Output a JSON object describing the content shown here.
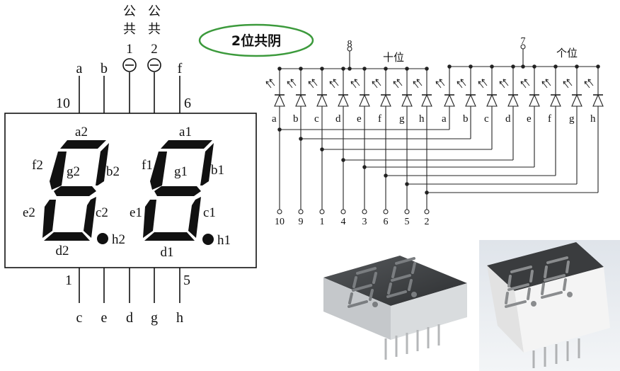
{
  "badge": "2位共阴",
  "left_diagram": {
    "common1": {
      "chars": [
        "公",
        "共",
        "1"
      ]
    },
    "common2": {
      "chars": [
        "公",
        "共",
        "2"
      ]
    },
    "top_pin_letters": [
      "a",
      "b",
      "f"
    ],
    "top_pin_numbers": [
      "10",
      "6"
    ],
    "bottom_pin_letters": [
      "c",
      "e",
      "d",
      "g",
      "h"
    ],
    "bottom_pin_numbers": [
      "1",
      "5"
    ],
    "digit2_labels": {
      "a": "a2",
      "b": "b2",
      "c": "c2",
      "d": "d2",
      "e": "e2",
      "f": "f2",
      "g": "g2",
      "h": "h2"
    },
    "digit1_labels": {
      "a": "a1",
      "b": "b1",
      "c": "c1",
      "d": "d1",
      "e": "e1",
      "f": "f1",
      "g": "g1",
      "h": "h1"
    }
  },
  "schematic": {
    "group_tens": {
      "title": "十位",
      "common_pin": "8"
    },
    "group_ones": {
      "title": "个位",
      "common_pin": "7"
    },
    "segment_letters": [
      "a",
      "b",
      "c",
      "d",
      "e",
      "f",
      "g",
      "h",
      "a",
      "b",
      "c",
      "d",
      "e",
      "f",
      "g",
      "h"
    ],
    "bottom_pins": [
      "10",
      "9",
      "1",
      "4",
      "3",
      "6",
      "5",
      "2"
    ]
  },
  "colors": {
    "badge_border": "#3c9a3c",
    "segment": "#111111",
    "photo1_body": "#c9ccce",
    "photo2_body": "#e9e9e9",
    "display_face": "#3a3c3e"
  }
}
